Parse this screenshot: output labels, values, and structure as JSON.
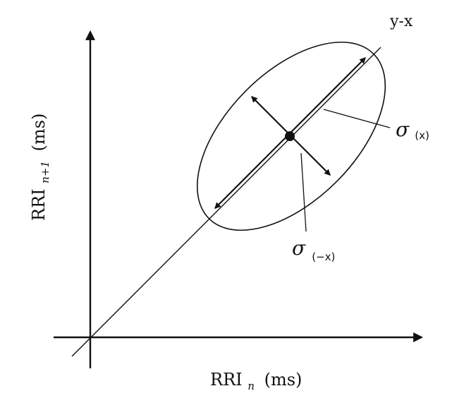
{
  "diagram": {
    "identity_line_label": "y-x",
    "x_axis": {
      "main": "RRI",
      "subscript": "n",
      "unit": "(ms)"
    },
    "y_axis": {
      "main": "RRI",
      "subscript": "n+1",
      "unit": "(ms)"
    },
    "sigma_major": {
      "symbol": "σ",
      "subscript": "(x)"
    },
    "sigma_minor": {
      "symbol": "σ",
      "subscript": "(−x)"
    },
    "colors": {
      "stroke": "#111111",
      "background": "#ffffff"
    }
  }
}
